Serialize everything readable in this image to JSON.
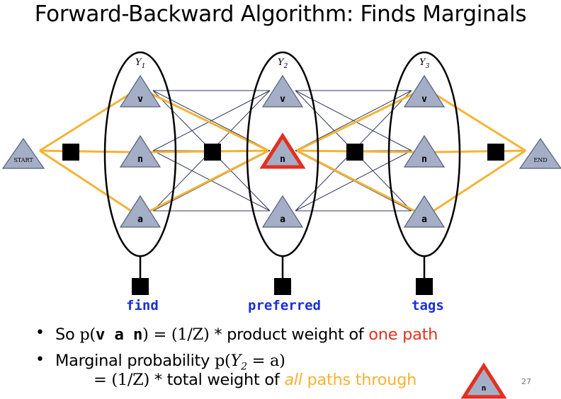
{
  "title": "Forward-Backward Algorithm: Finds Marginals",
  "variables": [
    {
      "base": "Y",
      "sub": "1"
    },
    {
      "base": "Y",
      "sub": "2"
    },
    {
      "base": "Y",
      "sub": "3"
    }
  ],
  "tag_labels": [
    "v",
    "n",
    "a"
  ],
  "start_label": "START",
  "end_label": "END",
  "words": [
    "find",
    "preferred",
    "tags"
  ],
  "bullets": {
    "b1": {
      "pre": "So ",
      "p_open": "p(",
      "tags": "v a n",
      "p_close": ")",
      "eq": " = (1/Z)",
      "mid": " * product weight of ",
      "highlight": "one path"
    },
    "b2": {
      "pre": "Marginal probability ",
      "p_open": "p(",
      "var_base": "Y",
      "var_sub": "2",
      "p_close": " = a)",
      "line2_eq": "= (1/Z)",
      "line2_mid": " * total weight of ",
      "line2_all": "all",
      "line2_post": " paths through",
      "node_label": "n"
    }
  },
  "page_number": "27",
  "colors": {
    "highlight_path": "#f5b335",
    "edges": "#303a5c",
    "node_fill": "#a4aec6",
    "selected_node_border": "#e23020",
    "word_color": "#1a2fd6"
  }
}
